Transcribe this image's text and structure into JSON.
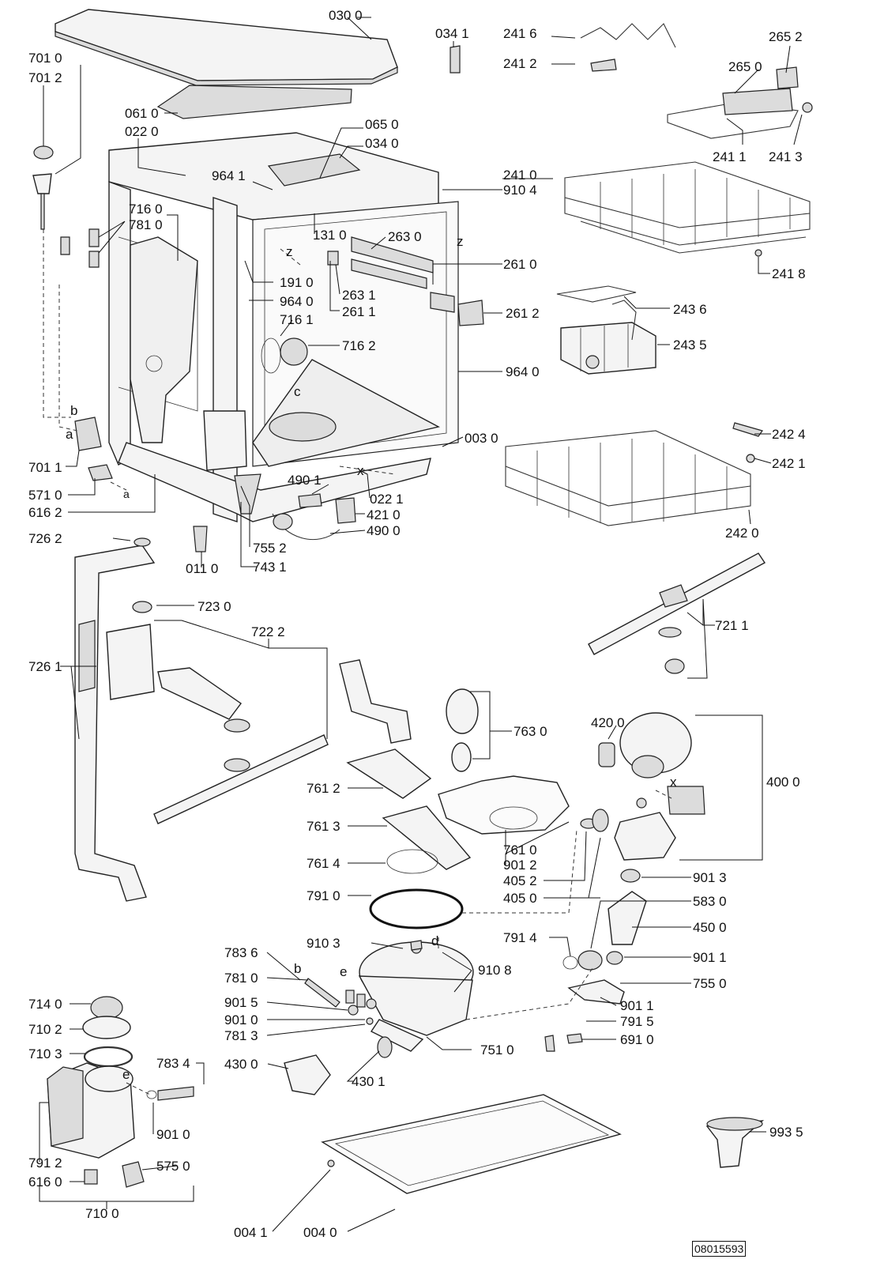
{
  "diagram": {
    "document_number": "08015593",
    "labels": [
      {
        "id": "0300",
        "text": "030 0"
      },
      {
        "id": "0341",
        "text": "034 1"
      },
      {
        "id": "2416",
        "text": "241 6"
      },
      {
        "id": "2412",
        "text": "241 2"
      },
      {
        "id": "2652",
        "text": "265 2"
      },
      {
        "id": "2650",
        "text": "265 0"
      },
      {
        "id": "7010",
        "text": "701 0"
      },
      {
        "id": "7012",
        "text": "701 2"
      },
      {
        "id": "0610",
        "text": "061 0"
      },
      {
        "id": "0220",
        "text": "022 0"
      },
      {
        "id": "0650",
        "text": "065 0"
      },
      {
        "id": "0340",
        "text": "034 0"
      },
      {
        "id": "2411",
        "text": "241 1"
      },
      {
        "id": "2413",
        "text": "241 3"
      },
      {
        "id": "9641a",
        "text": "964 1"
      },
      {
        "id": "2410",
        "text": "241 0"
      },
      {
        "id": "9104",
        "text": "910 4"
      },
      {
        "id": "7160",
        "text": "716 0"
      },
      {
        "id": "7810a",
        "text": "781 0"
      },
      {
        "id": "1310",
        "text": "131 0"
      },
      {
        "id": "2630",
        "text": "263 0"
      },
      {
        "id": "2610",
        "text": "261 0"
      },
      {
        "id": "2418",
        "text": "241 8"
      },
      {
        "id": "1910",
        "text": "191 0"
      },
      {
        "id": "9640a",
        "text": "964 0"
      },
      {
        "id": "2631",
        "text": "263 1"
      },
      {
        "id": "2611",
        "text": "261 1"
      },
      {
        "id": "2612",
        "text": "261 2"
      },
      {
        "id": "2436",
        "text": "243 6"
      },
      {
        "id": "7161",
        "text": "716 1"
      },
      {
        "id": "7162",
        "text": "716 2"
      },
      {
        "id": "2435",
        "text": "243 5"
      },
      {
        "id": "9640b",
        "text": "964 0"
      },
      {
        "id": "0030",
        "text": "003 0"
      },
      {
        "id": "2424",
        "text": "242 4"
      },
      {
        "id": "2421",
        "text": "242 1"
      },
      {
        "id": "7011",
        "text": "701 1"
      },
      {
        "id": "5710",
        "text": "571 0"
      },
      {
        "id": "6162",
        "text": "616 2"
      },
      {
        "id": "4901",
        "text": "490 1"
      },
      {
        "id": "0221",
        "text": "022 1"
      },
      {
        "id": "4210",
        "text": "421 0"
      },
      {
        "id": "4900",
        "text": "490 0"
      },
      {
        "id": "2420",
        "text": "242 0"
      },
      {
        "id": "7262",
        "text": "726 2"
      },
      {
        "id": "7552",
        "text": "755 2"
      },
      {
        "id": "0110",
        "text": "011 0"
      },
      {
        "id": "7431",
        "text": "743 1"
      },
      {
        "id": "7230",
        "text": "723 0"
      },
      {
        "id": "7222",
        "text": "722 2"
      },
      {
        "id": "7211",
        "text": "721 1"
      },
      {
        "id": "7261",
        "text": "726 1"
      },
      {
        "id": "7630",
        "text": "763 0"
      },
      {
        "id": "4200",
        "text": "420 0"
      },
      {
        "id": "4000",
        "text": "400 0"
      },
      {
        "id": "7612",
        "text": "761 2"
      },
      {
        "id": "7613",
        "text": "761 3"
      },
      {
        "id": "7610",
        "text": "761 0"
      },
      {
        "id": "9012",
        "text": "901 2"
      },
      {
        "id": "7614",
        "text": "761 4"
      },
      {
        "id": "4052",
        "text": "405 2"
      },
      {
        "id": "9013",
        "text": "901 3"
      },
      {
        "id": "7910",
        "text": "791 0"
      },
      {
        "id": "4050",
        "text": "405 0"
      },
      {
        "id": "5830",
        "text": "583 0"
      },
      {
        "id": "4500",
        "text": "450 0"
      },
      {
        "id": "7836",
        "text": "783 6"
      },
      {
        "id": "9103",
        "text": "910 3"
      },
      {
        "id": "7914",
        "text": "791 4"
      },
      {
        "id": "9011a",
        "text": "901 1"
      },
      {
        "id": "9108",
        "text": "910 8"
      },
      {
        "id": "7810b",
        "text": "781 0"
      },
      {
        "id": "7550",
        "text": "755 0"
      },
      {
        "id": "7140",
        "text": "714 0"
      },
      {
        "id": "9015",
        "text": "901 5"
      },
      {
        "id": "9011b",
        "text": "901 1"
      },
      {
        "id": "9010a",
        "text": "901 0"
      },
      {
        "id": "7915",
        "text": "791 5"
      },
      {
        "id": "7102",
        "text": "710 2"
      },
      {
        "id": "7813",
        "text": "781 3"
      },
      {
        "id": "7510",
        "text": "751 0"
      },
      {
        "id": "6910",
        "text": "691 0"
      },
      {
        "id": "7103",
        "text": "710 3"
      },
      {
        "id": "7834",
        "text": "783 4"
      },
      {
        "id": "4300",
        "text": "430 0"
      },
      {
        "id": "4301",
        "text": "430 1"
      },
      {
        "id": "9935",
        "text": "993 5"
      },
      {
        "id": "9010b",
        "text": "901 0"
      },
      {
        "id": "7912",
        "text": "791 2"
      },
      {
        "id": "5750",
        "text": "575 0"
      },
      {
        "id": "6160",
        "text": "616 0"
      },
      {
        "id": "7100",
        "text": "710 0"
      },
      {
        "id": "0041",
        "text": "004 1"
      },
      {
        "id": "0040",
        "text": "004 0"
      },
      {
        "id": "la",
        "text": "a"
      },
      {
        "id": "la2",
        "text": "a"
      },
      {
        "id": "lb",
        "text": "b"
      },
      {
        "id": "lb2",
        "text": "b"
      },
      {
        "id": "lc",
        "text": "c"
      },
      {
        "id": "ld",
        "text": "d"
      },
      {
        "id": "le",
        "text": "e"
      },
      {
        "id": "le2",
        "text": "e"
      },
      {
        "id": "lx",
        "text": "x"
      },
      {
        "id": "lx2",
        "text": "x"
      },
      {
        "id": "lz",
        "text": "z"
      },
      {
        "id": "lz2",
        "text": "z"
      }
    ]
  }
}
